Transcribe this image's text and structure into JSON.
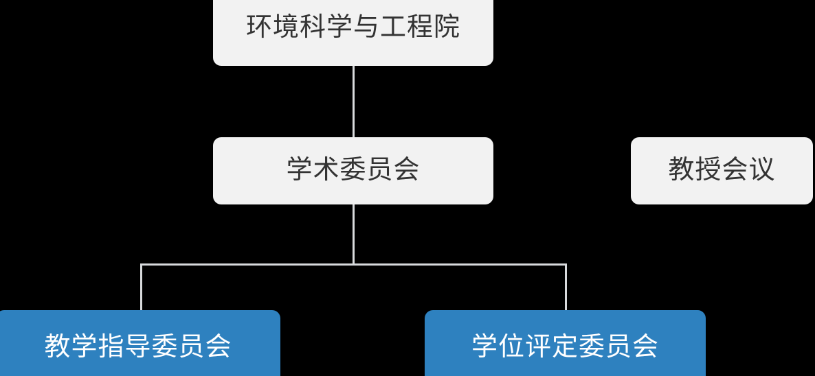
{
  "diagram": {
    "type": "org-chart",
    "background_color": "#000000",
    "node_fill_gray": "#f2f2f2",
    "node_fill_blue": "#2e81bf",
    "node_text_dark": "#333333",
    "node_text_light": "#ffffff",
    "connector_color": "#d8dadc",
    "nodes": [
      {
        "id": "college",
        "label": "环境科学与工程院",
        "level": 0,
        "style": "gray"
      },
      {
        "id": "academic_committee",
        "label": "学术委员会",
        "level": 1,
        "style": "gray"
      },
      {
        "id": "professors_meeting",
        "label": "教授会议",
        "level": 1,
        "style": "gray"
      },
      {
        "id": "teaching_guidance",
        "label": "教学指导委员会",
        "level": 2,
        "style": "blue"
      },
      {
        "id": "degree_evaluation",
        "label": "学位评定委员会",
        "level": 2,
        "style": "blue"
      }
    ],
    "edges": [
      {
        "from": "college",
        "to": "academic_committee"
      },
      {
        "from": "academic_committee",
        "to": "teaching_guidance"
      },
      {
        "from": "academic_committee",
        "to": "degree_evaluation"
      }
    ]
  }
}
